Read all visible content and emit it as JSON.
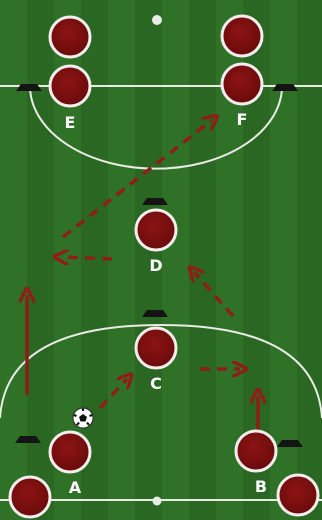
{
  "colors": {
    "grass": "#2f7127",
    "grass_dark": "#2a6722",
    "player": "#7a0e0e",
    "player_ring": "#f2eeee",
    "arrow": "#8e1f18",
    "line": "#e8ece4",
    "cone": "#141414"
  },
  "players": [
    {
      "label": "E"
    },
    {
      "label": "F"
    },
    {
      "label": "D"
    },
    {
      "label": "C"
    },
    {
      "label": "A"
    },
    {
      "label": "B"
    }
  ],
  "ball": {
    "icon": "soccer-ball-icon"
  },
  "cone_icon": "cone-icon"
}
